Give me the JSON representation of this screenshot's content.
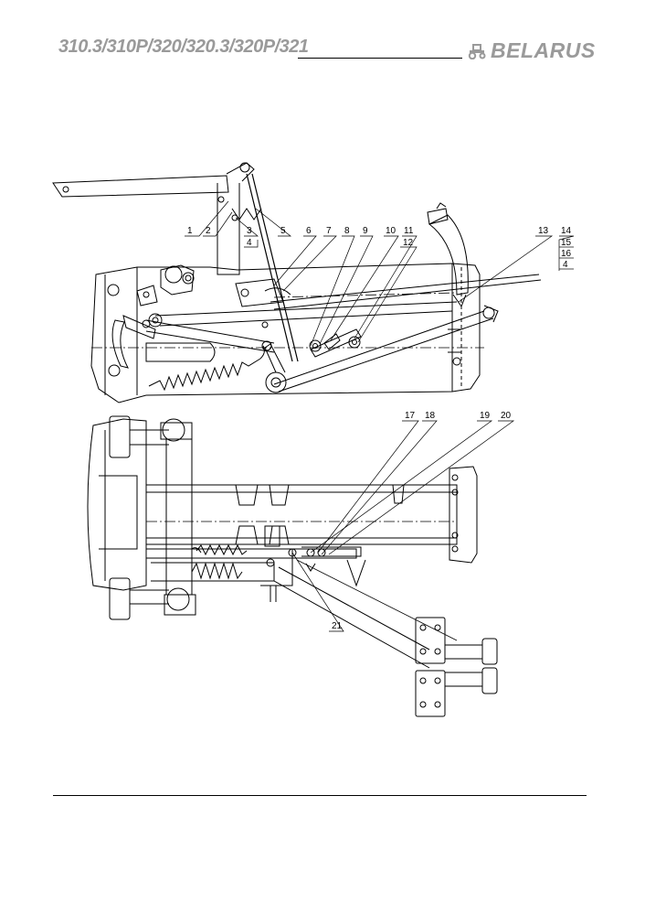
{
  "header": {
    "models": "310.3/310P/320/320.3/320P/321",
    "brand": "BELARUS",
    "logo_icon": "tractor-icon"
  },
  "colors": {
    "brand_gray": "#9a9a9a",
    "line": "#000000"
  },
  "callouts": {
    "c1": "1",
    "c2": "2",
    "c3": "3",
    "c4": "4",
    "c5": "5",
    "c6": "6",
    "c7": "7",
    "c8": "8",
    "c9": "9",
    "c10": "10",
    "c11": "11",
    "c12": "12",
    "c13": "13",
    "c14": "14",
    "c15": "15",
    "c16": "16",
    "c4b": "4",
    "c17": "17",
    "c18": "18",
    "c19": "19",
    "c20": "20",
    "c21": "21"
  }
}
